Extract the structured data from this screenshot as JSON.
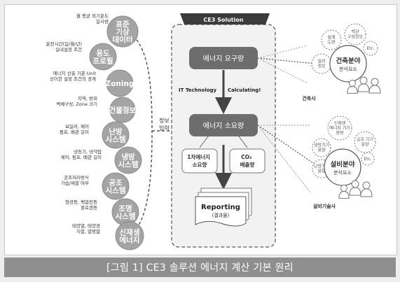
{
  "caption": "[그림 1] CE3 솔루션 에너지 계산 기본 원리",
  "colors": {
    "bubble": "#a4a4a4",
    "central_box": "#6d6d6d",
    "solution_header": "#3b3b3b",
    "caption_bg": "#8f8f8f"
  },
  "left_items": [
    {
      "bubble": [
        "표준",
        "기상",
        "데이터"
      ],
      "note": [
        "월 평균 외기온도",
        "일사량"
      ]
    },
    {
      "bubble": [
        "용도",
        "프로필"
      ],
      "note": [
        "운전시간(일/월/년)",
        "실내설정 조건"
      ]
    },
    {
      "bubble": [
        "Zoning"
      ],
      "note": [
        "에너지 산출 기준 Unit",
        "상이한 설정 조건의 경계"
      ]
    },
    {
      "bubble": [
        "건물정보"
      ],
      "note": [
        "지역, 방위",
        "벽체구성, Zone 크기"
      ]
    },
    {
      "bubble": [
        "난방",
        "시스템"
      ],
      "note": [
        "보일러, 제어",
        "펌프, 배관 길이"
      ]
    },
    {
      "bubble": [
        "냉방",
        "시스템"
      ],
      "note": [
        "냉동기, 냉각탑",
        "제어, 펌프, 배관 길이"
      ]
    },
    {
      "bubble": [
        "공조",
        "시스템"
      ],
      "note": [
        "공조처리방식",
        "가습/재열 여부"
      ]
    },
    {
      "bubble": [
        "조명",
        "시스템"
      ],
      "note": [
        "형광등, 백열전등",
        "할로겐등"
      ]
    },
    {
      "bubble": [
        "신재생",
        "에너지"
      ],
      "note": [
        "태양열, 태양광",
        "지열, 열병합"
      ]
    }
  ],
  "info_input": [
    "정보",
    "입력"
  ],
  "solution": {
    "header": "CE3 Solution",
    "demand": "에너지 요구량",
    "consumption": "에너지 소요량",
    "it_label": "IT Technology",
    "calc_label": "Calculating!",
    "primary": [
      "1차에너지",
      "소요량"
    ],
    "co2": [
      "CO₂",
      "배출량"
    ],
    "reporting": "Reporting",
    "reporting_sub": "(결과물)"
  },
  "building": {
    "hub": [
      "건축분야",
      "분석요소"
    ],
    "satellites": [
      [
        "백관",
        "구성정보"
      ],
      [
        "설계",
        "도면"
      ],
      [
        "실의",
        "정보"
      ],
      [
        "Etc."
      ]
    ],
    "persona": "건축사"
  },
  "mechanical": {
    "hub": [
      "설비분야",
      "분석요소"
    ],
    "satellites": [
      [
        "신재생",
        "에너지 기기",
        "용량"
      ],
      [
        "냉방기기",
        "용량"
      ],
      [
        "공조 기기",
        "용량"
      ],
      [
        "난방기기",
        "용량"
      ],
      [
        "Etc."
      ]
    ],
    "persona": "설비기술사"
  }
}
